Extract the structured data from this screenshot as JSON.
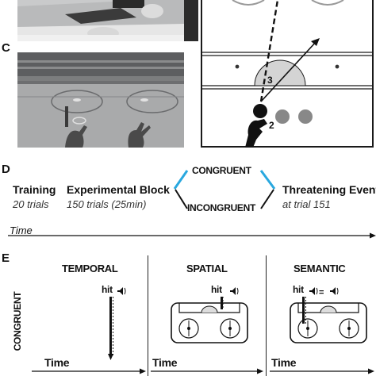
{
  "panel_c": {
    "letter": "C"
  },
  "panel_d": {
    "letter": "D",
    "training": {
      "title": "Training",
      "trials": "20 trials"
    },
    "block": {
      "title": "Experimental Block",
      "trials": "150 trials (25min)"
    },
    "congruent": "CONGRUENT",
    "incongruent": "INCONGRUENT",
    "threat": {
      "title": "Threatening Event",
      "trials": "at trial 151"
    },
    "time_label": "Time",
    "accent_color": "#29a8df"
  },
  "panel_e": {
    "letter": "E",
    "row_label": "CONGRUENT",
    "columns": [
      {
        "title": "TEMPORAL",
        "hit": "hit",
        "time": "Time"
      },
      {
        "title": "SPATIAL",
        "hit": "hit",
        "time": "Time"
      },
      {
        "title": "SEMANTIC",
        "hit": "hit",
        "time": "Time"
      }
    ]
  },
  "diagram": {
    "angle_label": "3",
    "hand_label": "2"
  }
}
